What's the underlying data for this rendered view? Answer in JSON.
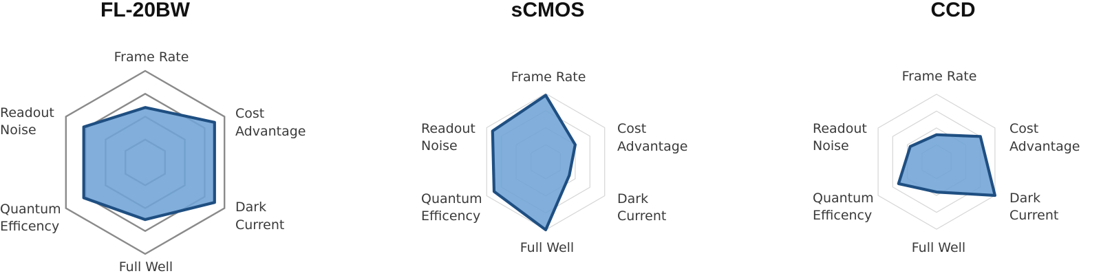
{
  "chart_data": [
    {
      "type": "radar",
      "title": "FL-20BW",
      "axes": [
        "Frame Rate",
        "Cost Advantage",
        "Dark Current",
        "Full Well",
        "Quantum Efficency",
        "Readout Noise"
      ],
      "axis_labels": [
        [
          "Frame Rate"
        ],
        [
          "Cost",
          "Advantage"
        ],
        [
          "Dark",
          "Current"
        ],
        [
          "Full Well"
        ],
        [
          "Quantum",
          "Efficency"
        ],
        [
          "Readout",
          "Noise"
        ]
      ],
      "rings": 4,
      "range": [
        0,
        4
      ],
      "grid_color": "#8a8a8a",
      "series": [
        {
          "values": [
            2.4,
            3.5,
            3.5,
            2.5,
            3.1,
            3.1
          ]
        }
      ]
    },
    {
      "type": "radar",
      "title": "sCMOS",
      "axes": [
        "Frame Rate",
        "Cost Advantage",
        "Dark Current",
        "Full Well",
        "Quantum Efficency",
        "Readout Noise"
      ],
      "axis_labels": [
        [
          "Frame Rate"
        ],
        [
          "Cost",
          "Advantage"
        ],
        [
          "Dark",
          "Current"
        ],
        [
          "Full Well"
        ],
        [
          "Quantum",
          "Efficency"
        ],
        [
          "Readout",
          "Noise"
        ]
      ],
      "rings": 4,
      "range": [
        0,
        4
      ],
      "grid_color": "#d6d6d6",
      "series": [
        {
          "values": [
            3.9,
            2.0,
            1.6,
            4.0,
            3.5,
            3.6
          ]
        }
      ]
    },
    {
      "type": "radar",
      "title": "CCD",
      "axes": [
        "Frame Rate",
        "Cost Advantage",
        "Dark Current",
        "Full Well",
        "Quantum Efficency",
        "Readout Noise"
      ],
      "axis_labels": [
        [
          "Frame Rate"
        ],
        [
          "Cost",
          "Advantage"
        ],
        [
          "Dark",
          "Current"
        ],
        [
          "Full Well"
        ],
        [
          "Quantum",
          "Efficency"
        ],
        [
          "Readout",
          "Noise"
        ]
      ],
      "rings": 4,
      "range": [
        0,
        4
      ],
      "grid_color": "#d6d6d6",
      "series": [
        {
          "values": [
            1.6,
            3.0,
            4.0,
            1.8,
            2.6,
            1.8
          ]
        }
      ]
    }
  ],
  "colors": {
    "fill": "#6fa3d6",
    "stroke": "#1f4f82",
    "label": "#3a3a3a",
    "title": "#111111"
  }
}
